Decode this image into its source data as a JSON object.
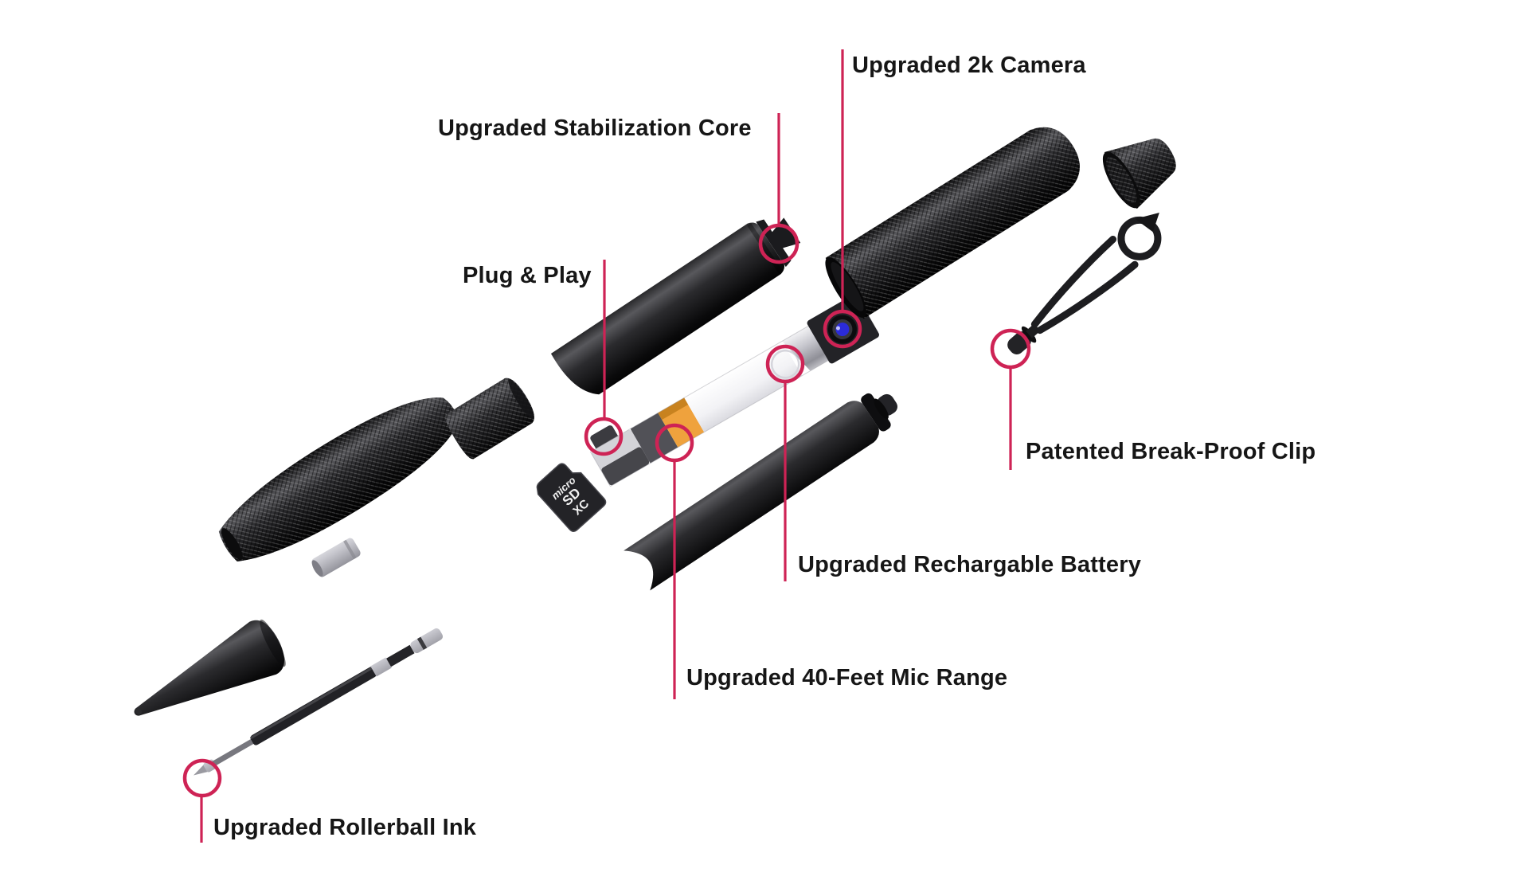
{
  "colors": {
    "background": "#ffffff",
    "accent": "#ce2355",
    "label_text": "#161616",
    "lens_blue": "#2b2bd9",
    "gold_contact": "#efa23d"
  },
  "callouts": {
    "camera": {
      "label": "Upgraded 2k Camera"
    },
    "stabilization": {
      "label": "Upgraded Stabilization Core"
    },
    "plug_play": {
      "label": "Plug & Play"
    },
    "clip": {
      "label": "Patented Break-Proof Clip"
    },
    "battery": {
      "label": "Upgraded Rechargable Battery"
    },
    "mic": {
      "label": "Upgraded 40-Feet Mic Range"
    },
    "ink": {
      "label": "Upgraded Rollerball Ink"
    }
  },
  "microsd_logo": [
    "micro",
    "SD",
    "XC"
  ]
}
